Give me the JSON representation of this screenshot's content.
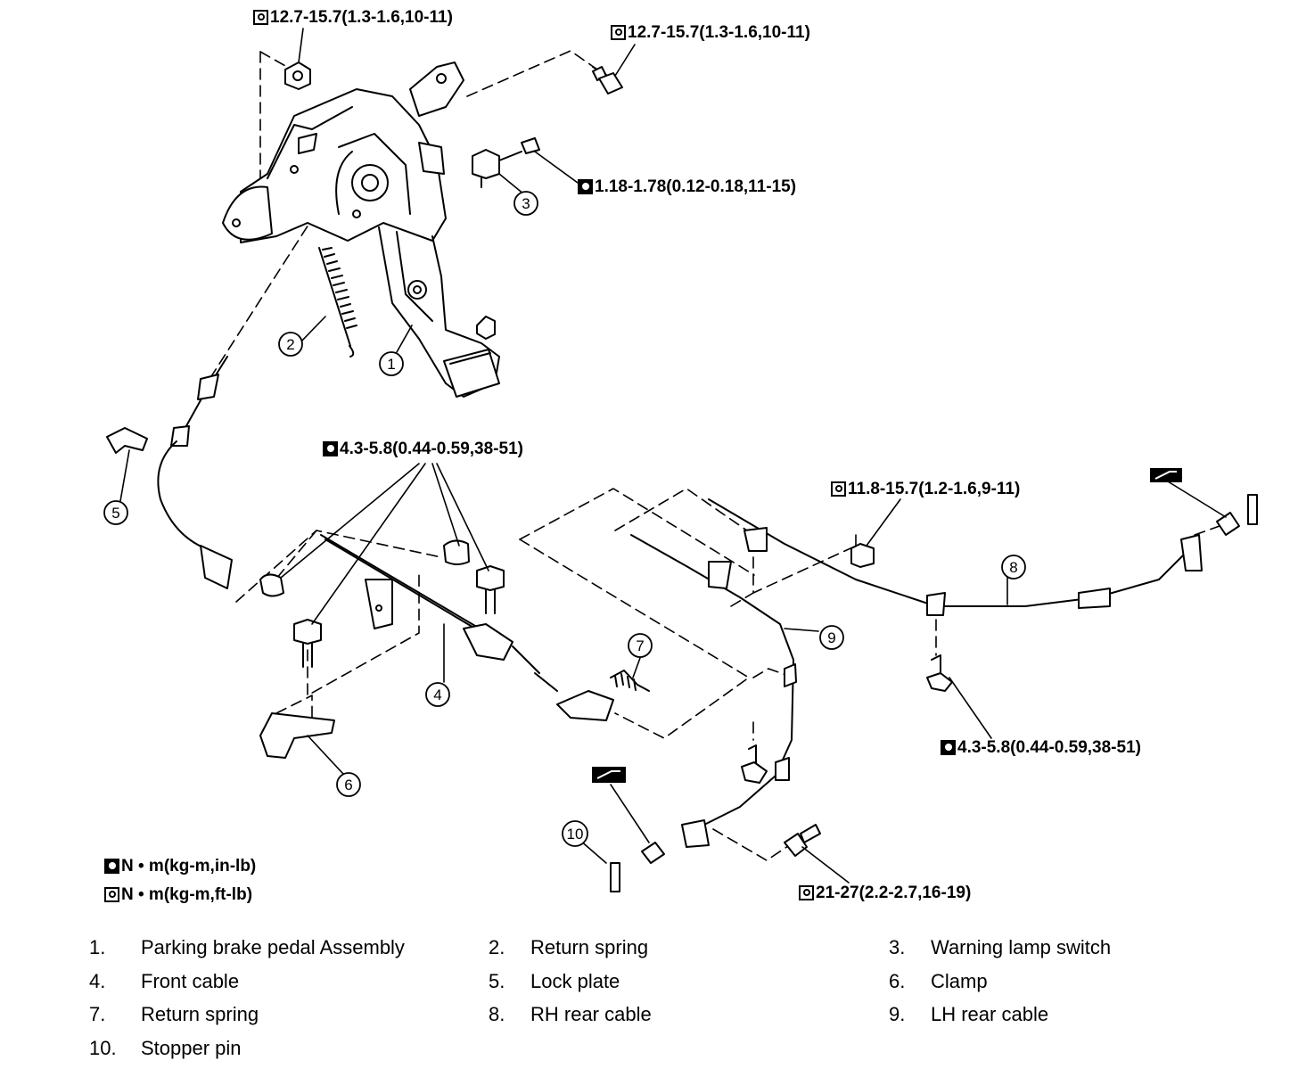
{
  "torque_specs": {
    "t1": "12.7-15.7(1.3-1.6,10-11)",
    "t2": "12.7-15.7(1.3-1.6,10-11)",
    "t3": "1.18-1.78(0.12-0.18,11-15)",
    "t4": "4.3-5.8(0.44-0.59,38-51)",
    "t5": "11.8-15.7(1.2-1.6,9-11)",
    "t6": "4.3-5.8(0.44-0.59,38-51)",
    "t7": "21-27(2.2-2.7,16-19)"
  },
  "units": {
    "in_lb": "N • m(kg-m,in-lb)",
    "ft_lb": "N • m(kg-m,ft-lb)"
  },
  "callouts": [
    "1",
    "2",
    "3",
    "4",
    "5",
    "6",
    "7",
    "8",
    "9",
    "10"
  ],
  "parts": [
    {
      "num": "1.",
      "name": "Parking brake pedal Assembly"
    },
    {
      "num": "2.",
      "name": "Return spring"
    },
    {
      "num": "3.",
      "name": "Warning lamp switch"
    },
    {
      "num": "4.",
      "name": "Front cable"
    },
    {
      "num": "5.",
      "name": "Lock plate"
    },
    {
      "num": "6.",
      "name": "Clamp"
    },
    {
      "num": "7.",
      "name": "Return spring"
    },
    {
      "num": "8.",
      "name": "RH rear cable"
    },
    {
      "num": "9.",
      "name": "LH rear cable"
    },
    {
      "num": "10.",
      "name": "Stopper pin"
    }
  ]
}
